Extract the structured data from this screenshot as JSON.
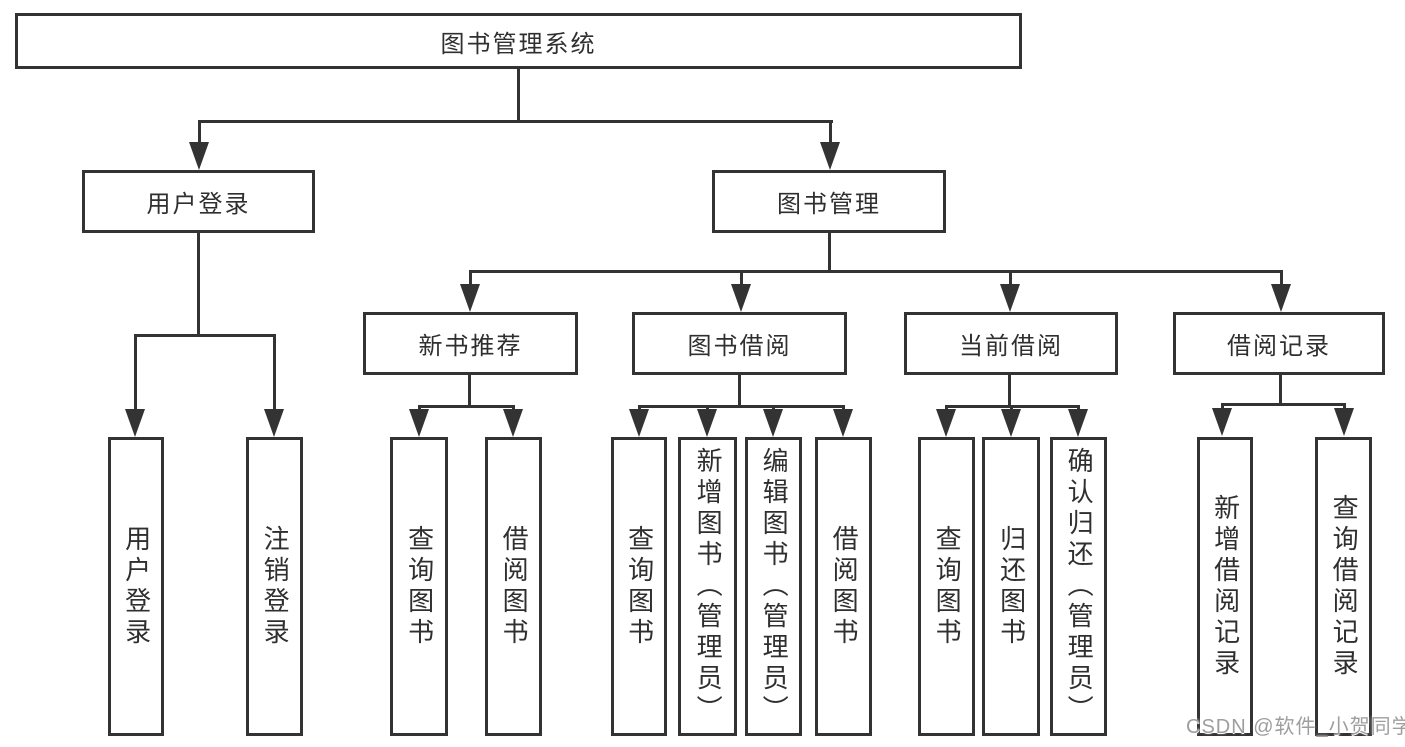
{
  "tree": {
    "root": "图书管理系统",
    "branches": [
      {
        "label": "用户登录",
        "children": [
          "用户登录",
          "注销登录"
        ]
      },
      {
        "label": "图书管理",
        "children": [
          {
            "label": "新书推荐",
            "children": [
              "查询图书",
              "借阅图书"
            ]
          },
          {
            "label": "图书借阅",
            "children": [
              "查询图书",
              "新增图书（管理员）",
              "编辑图书（管理员）",
              "借阅图书"
            ]
          },
          {
            "label": "当前借阅",
            "children": [
              "查询图书",
              "归还图书",
              "确认归还（管理员）"
            ]
          },
          {
            "label": "借阅记录",
            "children": [
              "新增借阅记录",
              "查询借阅记录"
            ]
          }
        ]
      }
    ]
  },
  "watermark": {
    "text": "CSDN @软件_小贺同学"
  },
  "colors": {
    "line": "#333333",
    "background": "#ffffff",
    "watermark": "#9e9e9e"
  }
}
